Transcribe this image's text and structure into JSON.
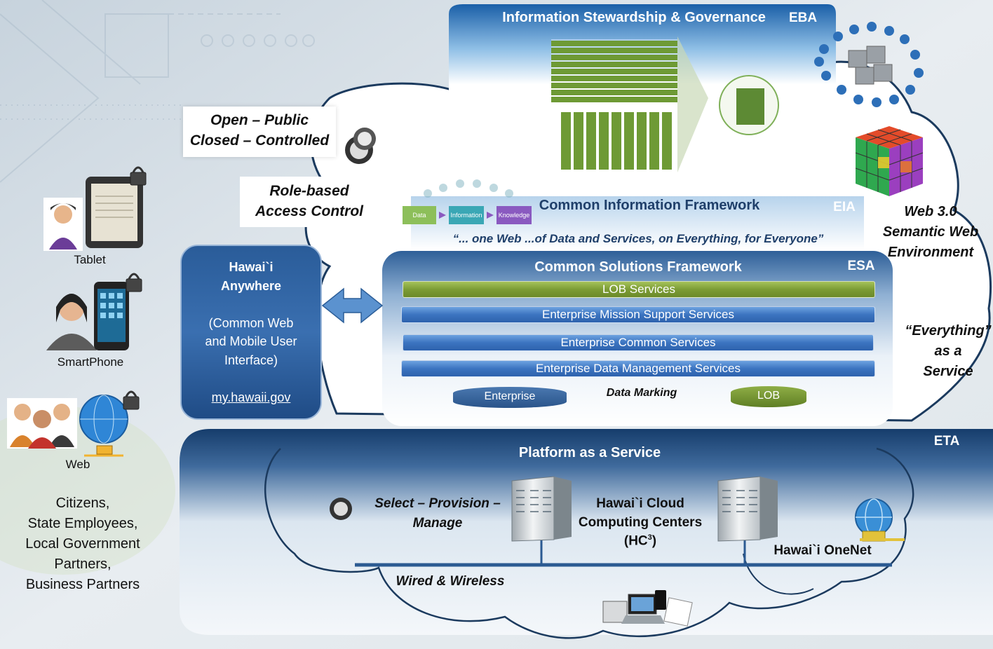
{
  "left_panel": {
    "devices": [
      {
        "label": "Tablet"
      },
      {
        "label": "SmartPhone"
      },
      {
        "label": "Web"
      }
    ],
    "users_lines": [
      "Citizens,",
      "State Employees,",
      "Local Government",
      "Partners,",
      "Business Partners"
    ]
  },
  "callouts": {
    "open_public": "Open – Public",
    "closed_controlled": "Closed – Controlled",
    "role_based_1": "Role-based",
    "role_based_2": "Access Control"
  },
  "hawaii_anywhere": {
    "title_1": "Hawai`i",
    "title_2": "Anywhere",
    "desc_1": "(Common Web",
    "desc_2": "and Mobile  User",
    "desc_3": "Interface)",
    "link": "my.hawaii.gov"
  },
  "eba": {
    "title": "Information Stewardship & Governance",
    "tag": "EBA"
  },
  "eia": {
    "title": "Common Information Framework",
    "tag": "EIA",
    "flow": [
      "Data",
      "Information",
      "Knowledge"
    ],
    "quote": "“... one Web ...of Data and Services, on Everything,  for Everyone”"
  },
  "esa": {
    "title": "Common Solutions Framework",
    "tag": "ESA",
    "bars": [
      "LOB Services",
      "Enterprise Mission Support  Services",
      "Enterprise Common Services",
      "Enterprise Data Management Services"
    ],
    "enterprise_label": "Enterprise",
    "data_marking": "Data Marking",
    "lob_label": "LOB"
  },
  "web30": {
    "line1": "Web 3.0",
    "line2": "Semantic Web",
    "line3": "Environment"
  },
  "everything": {
    "line1": "“Everything”",
    "line2": "as a",
    "line3": "Service"
  },
  "eta": {
    "title": "Platform as a Service",
    "tag": "ETA",
    "select_1": "Select – Provision –",
    "select_2": "Manage",
    "hc_1": "Hawai`i Cloud",
    "hc_2": "Computing Centers",
    "hc_3": "(HC",
    "hc_sup": "3",
    "hc_4": ")",
    "onenet": "Hawai`i OneNet",
    "wired": "Wired & Wireless"
  },
  "colors": {
    "navy": "#1f3f6a",
    "esa_blue": "#3a6aa8",
    "lob_green": "#7c9c35",
    "eia_green": "#8dbf5a",
    "eia_teal": "#3aa7b5",
    "eia_purple": "#8a5ac0"
  }
}
